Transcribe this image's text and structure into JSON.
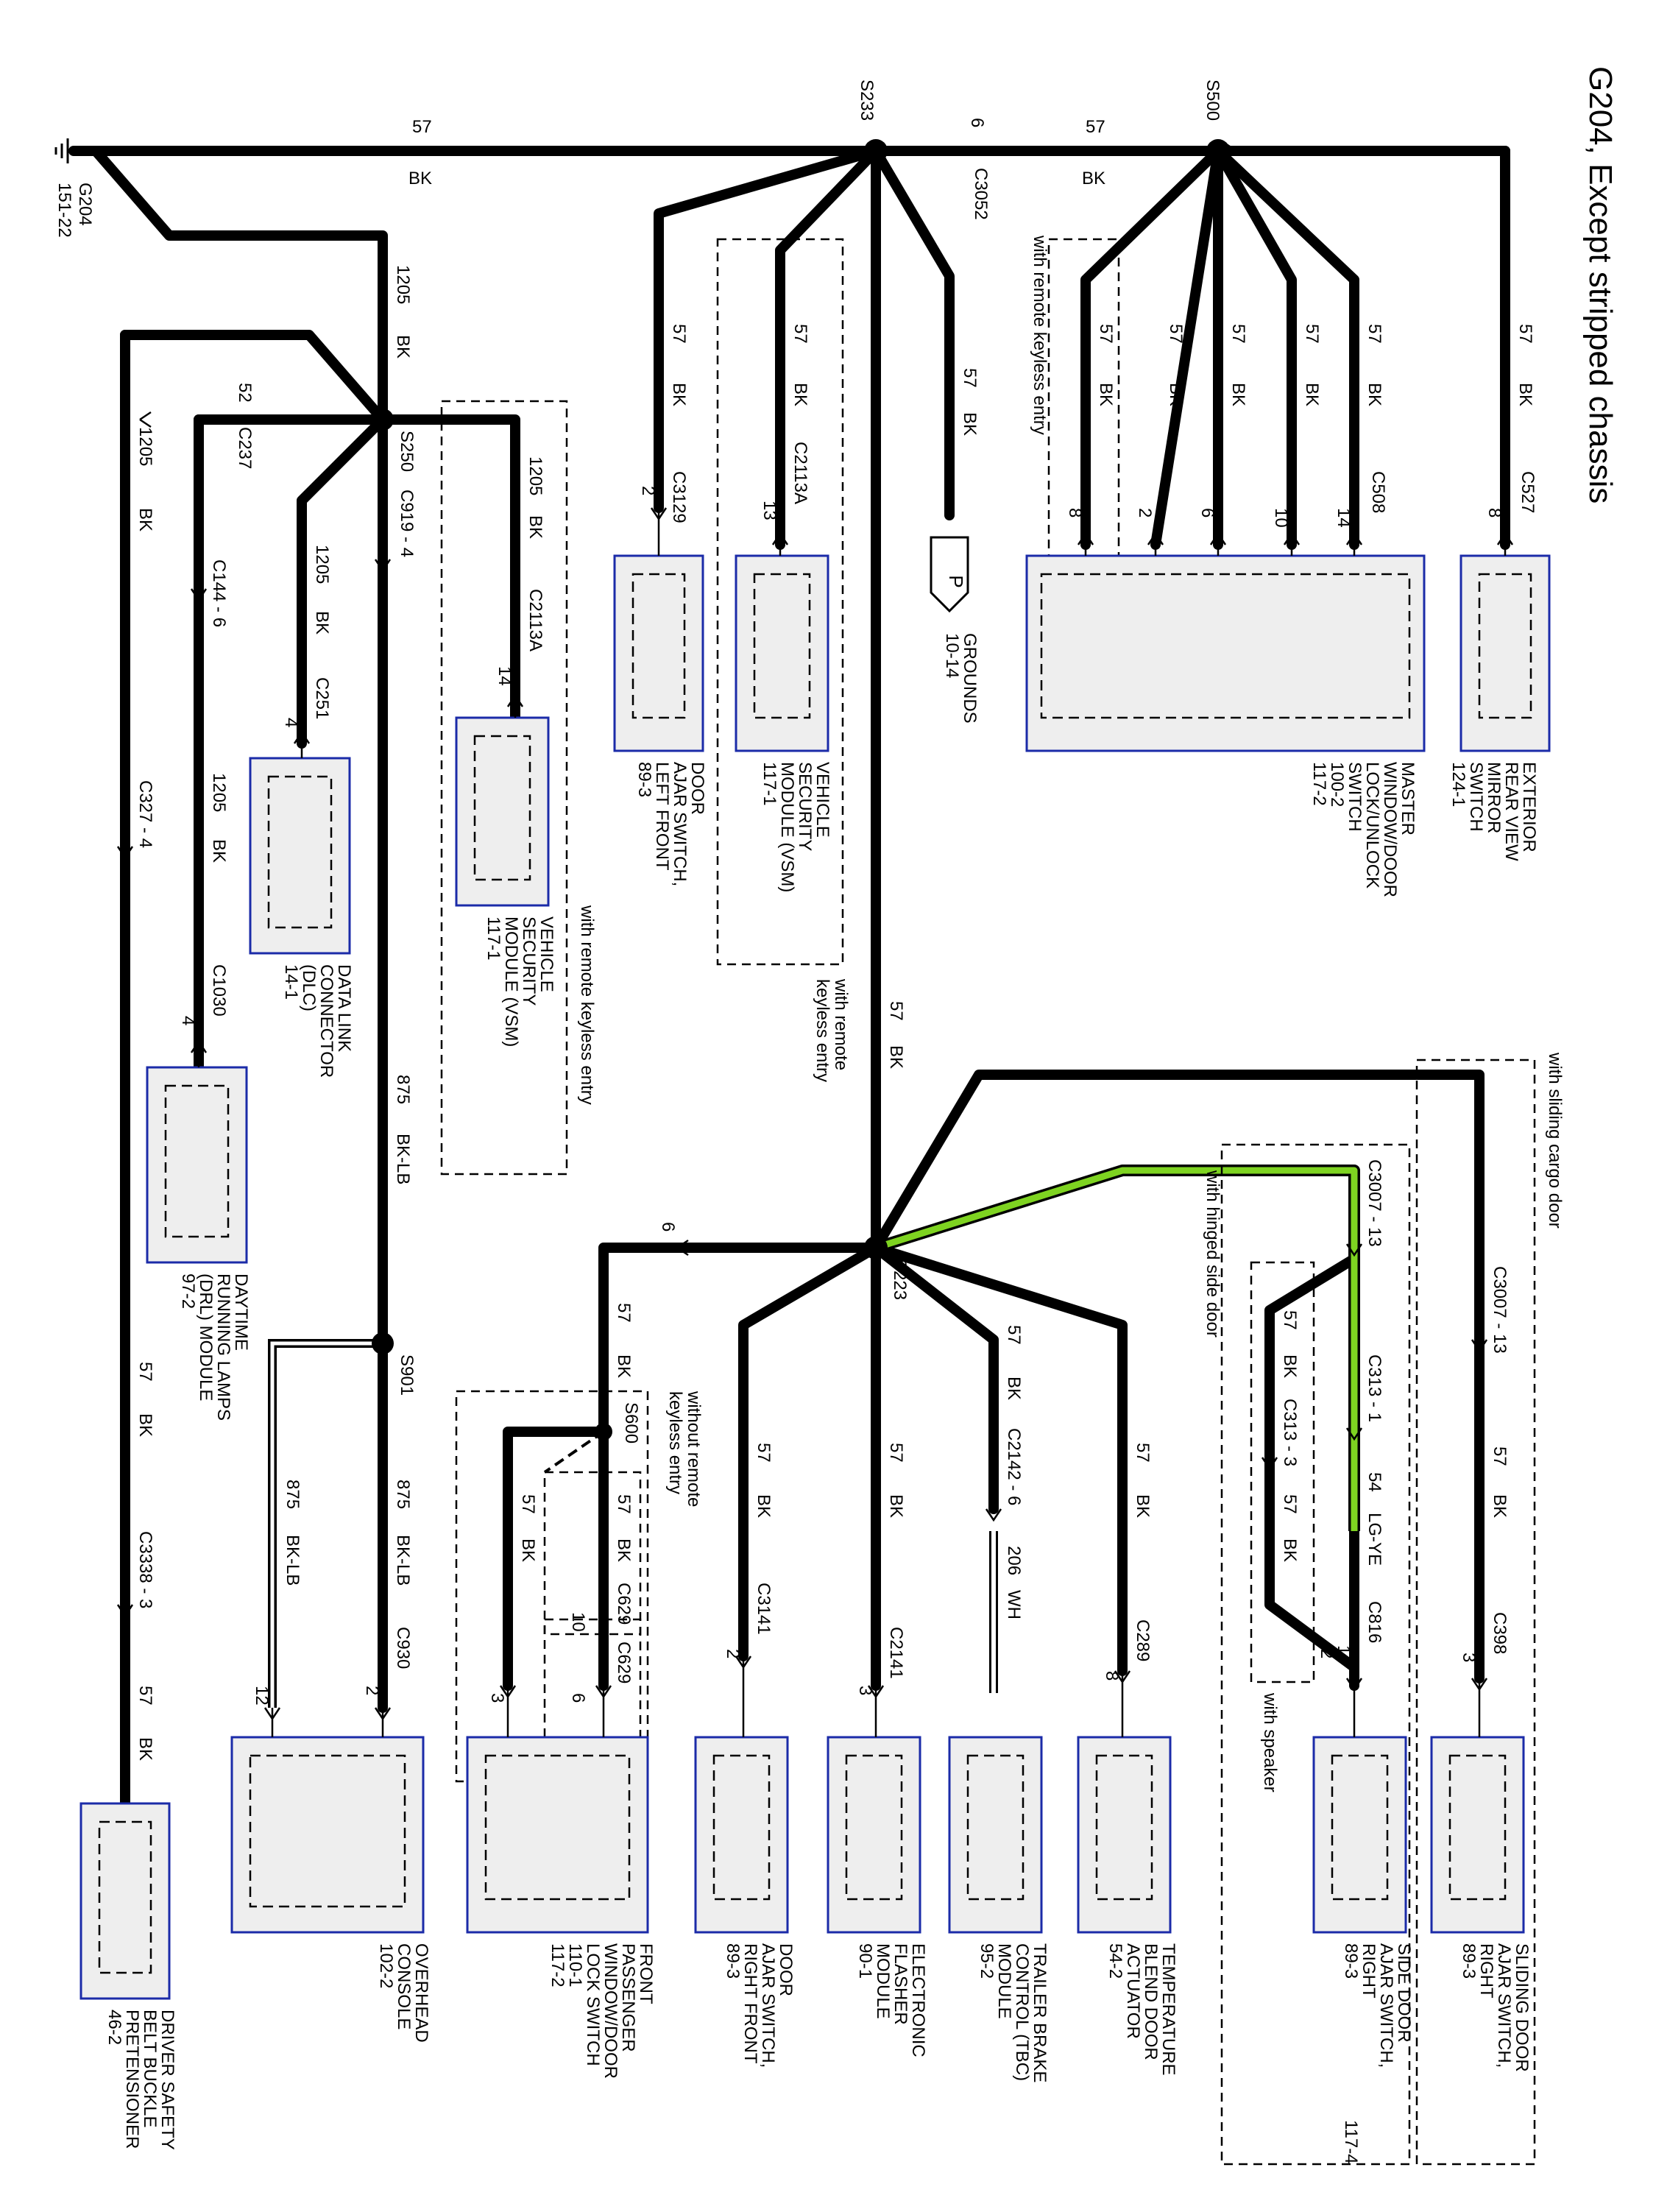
{
  "title": "G204, Except stripped chassis",
  "ground": {
    "name": "G204",
    "ref": "151-22"
  },
  "splices": {
    "s233": "S233",
    "s500": "S500",
    "s250": "S250",
    "s223": "S223",
    "s901": "S901",
    "s600": "S600"
  },
  "wires": {
    "main_left": [
      "57",
      "BK"
    ],
    "main_right": [
      "57",
      "BK"
    ],
    "w1205_top": [
      "1205",
      "BK"
    ],
    "w1205_vsm": [
      "1205",
      "BK"
    ],
    "w1205_dlc": [
      "1205",
      "BK"
    ],
    "w1205_drl": [
      "1205",
      "BK"
    ],
    "w1205_left": [
      "1205",
      "BK"
    ],
    "w57_s233_left": [
      "57",
      "BK"
    ],
    "w57_vsm": [
      "57",
      "BK"
    ],
    "w57_grounds": [
      "57",
      "BK"
    ],
    "w57_remote": [
      "57",
      "BK"
    ],
    "w57_a": [
      "57",
      "BK"
    ],
    "w57_b": [
      "57",
      "BK"
    ],
    "w57_c": [
      "57",
      "BK"
    ],
    "w57_d": [
      "57",
      "BK"
    ],
    "w57_mirror": [
      "57",
      "BK"
    ],
    "w875": [
      "875",
      "BK-LB"
    ],
    "w875_b": [
      "875",
      "BK-LB"
    ],
    "w875_c": [
      "875",
      "BK-LB"
    ],
    "w57_s233_s223": [
      "57",
      "BK"
    ],
    "w57_fp": [
      "57",
      "BK"
    ],
    "w57_fp2": [
      "57",
      "BK"
    ],
    "w57_fp3": [
      "57",
      "BK"
    ],
    "w57_door_rf": [
      "57",
      "BK"
    ],
    "w57_flasher": [
      "57",
      "BK"
    ],
    "w57_tbc": [
      "57",
      "BK"
    ],
    "w206": [
      "206",
      "WH"
    ],
    "w57_temp": [
      "57",
      "BK"
    ],
    "w57_speaker": [
      "57",
      "BK"
    ],
    "w57_speaker2": [
      "57",
      "BK"
    ],
    "w54": [
      "54",
      "LG-YE"
    ],
    "w57_sliding": [
      "57",
      "BK"
    ],
    "w57_drl_low": [
      "57",
      "BK"
    ],
    "w57_belt": [
      "57",
      "BK"
    ]
  },
  "connectors": {
    "c3052": "C3052",
    "c3052_pin": "6",
    "c237": "C237",
    "c237_pin": "52",
    "c919": "C919 - 4",
    "c144": "C144 - 6",
    "c327": "C327 - 4",
    "c3338": "C3338 - 3",
    "c2142": "C2142 - 6",
    "c313a": "C313 - 1",
    "c313b": "C313 - 3",
    "c3007a": "C3007 - 13",
    "c3007b": "C3007 - 13",
    "c629a": "C629",
    "c629b": "C629",
    "c629_pin": "10",
    "s223_pin": "6"
  },
  "conditions": {
    "remote_top": "with remote keyless entry",
    "remote_vsm": [
      "with remote",
      "keyless entry"
    ],
    "remote_left": "with remote keyless entry",
    "sliding": "with sliding cargo door",
    "hinged": "with hinged side door",
    "without_remote": [
      "without remote",
      "keyless entry"
    ],
    "speaker": "with speaker"
  },
  "components": [
    {
      "id": "mirror",
      "conn": "C527",
      "pins": [
        "8"
      ],
      "lines": [
        "EXTERIOR",
        "REAR VIEW",
        "MIRROR",
        "SWITCH",
        "124-1"
      ]
    },
    {
      "id": "master",
      "conn": "C508",
      "pins": [
        "14",
        "10",
        "6",
        "2",
        "8"
      ],
      "lines": [
        "MASTER",
        "WINDOW/DOOR",
        "LOCK/UNLOCK",
        "SWITCH",
        "100-2",
        "117-2"
      ]
    },
    {
      "id": "grounds",
      "conn": "P",
      "pins": [],
      "lines": [
        "GROUNDS",
        "10-14"
      ]
    },
    {
      "id": "vsm1",
      "conn": "C2113A",
      "pins": [
        "13"
      ],
      "lines": [
        "VEHICLE",
        "SECURITY",
        "MODULE (VSM)",
        "117-1"
      ]
    },
    {
      "id": "doorlf",
      "conn": "C3129",
      "pins": [
        "2"
      ],
      "lines": [
        "DOOR",
        "AJAR SWITCH,",
        "LEFT FRONT",
        "89-3"
      ]
    },
    {
      "id": "vsm2",
      "conn": "C2113A",
      "pins": [
        "14"
      ],
      "lines": [
        "VEHICLE",
        "SECURITY",
        "MODULE (VSM)",
        "117-1"
      ]
    },
    {
      "id": "dlc",
      "conn": "C251",
      "pins": [
        "4"
      ],
      "lines": [
        "DATA LINK",
        "CONNECTOR",
        "(DLC)",
        "14-1"
      ]
    },
    {
      "id": "drl",
      "conn": "C1030",
      "pins": [
        "4"
      ],
      "lines": [
        "DAYTIME",
        "RUNNING LAMPS",
        "(DRL) MODULE",
        "97-2"
      ]
    },
    {
      "id": "sliding",
      "conn": "C398",
      "pins": [
        "3"
      ],
      "lines": [
        "SLIDING DOOR",
        "AJAR SWITCH,",
        "RIGHT",
        "89-3"
      ]
    },
    {
      "id": "sidedoor",
      "conn": "C816",
      "pins": [
        "1",
        "2"
      ],
      "lines": [
        "SIDE DOOR",
        "AJAR SWITCH,",
        "RIGHT",
        "89-3",
        "117-4"
      ]
    },
    {
      "id": "temp",
      "conn": "C289",
      "pins": [
        "8"
      ],
      "lines": [
        "TEMPERATURE",
        "BLEND DOOR",
        "ACTUATOR",
        "54-2"
      ]
    },
    {
      "id": "tbc",
      "conn": "",
      "pins": [],
      "lines": [
        "TRAILER BRAKE",
        "CONTROL (TBC)",
        "MODULE",
        "95-2"
      ]
    },
    {
      "id": "flasher",
      "conn": "C2141",
      "pins": [
        "3"
      ],
      "lines": [
        "ELECTRONIC",
        "FLASHER",
        "MODULE",
        "90-1"
      ]
    },
    {
      "id": "doorrf",
      "conn": "C3141",
      "pins": [
        "2"
      ],
      "lines": [
        "DOOR",
        "AJAR SWITCH,",
        "RIGHT FRONT",
        "89-3"
      ]
    },
    {
      "id": "fpswitch",
      "conn": "",
      "pins": [
        "6",
        "3"
      ],
      "lines": [
        "FRONT",
        "PASSENGER",
        "WINDOW/DOOR",
        "LOCK SWITCH",
        "110-1",
        "117-2"
      ]
    },
    {
      "id": "console",
      "conn": "C930",
      "pins": [
        "2",
        "12"
      ],
      "lines": [
        "OVERHEAD",
        "CONSOLE",
        "102-2"
      ]
    },
    {
      "id": "belt",
      "conn": "",
      "pins": [],
      "lines": [
        "DRIVER SAFETY",
        "BELT BUCKLE",
        "PRETENSIONER",
        "46-2"
      ]
    }
  ],
  "colors": {
    "wire": "#000000",
    "accent_wire": "#7ed321",
    "component_border": "#1b2ba8",
    "component_fill": "#eeeeee"
  }
}
